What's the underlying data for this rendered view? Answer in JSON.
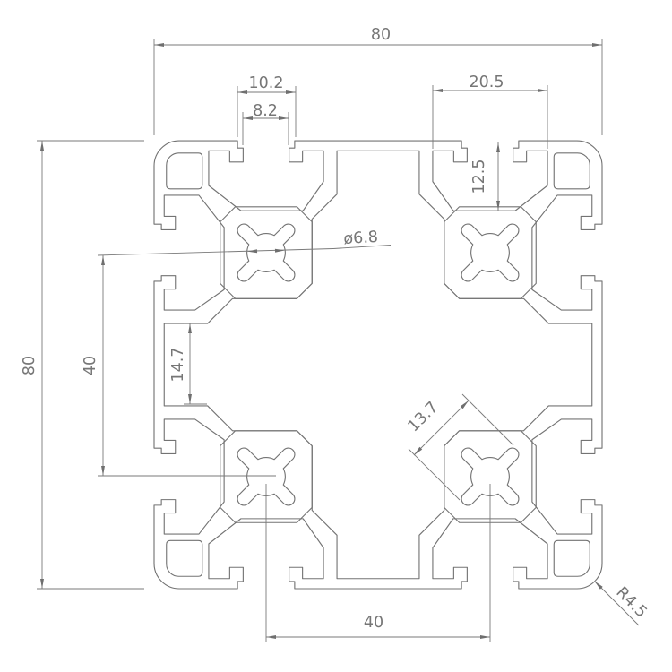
{
  "drawing": {
    "type": "cad-profile-cross-section",
    "description": "80x80 aluminium extrusion T-slot profile, 2D dimensioned drawing",
    "line_color": "#737373",
    "background": "#ffffff",
    "dimensions": {
      "top_width": "80",
      "slot_recess_width": "10.2",
      "slot_opening_width": "8.2",
      "tslot_cavity_width": "20.5",
      "tslot_cavity_depth": "12.5",
      "core_hole_diameter": "ø6.8",
      "left_height": "80",
      "core_spacing_vertical": "40",
      "side_arm_height": "14.7",
      "cross_slot_span": "13.7",
      "core_spacing_horizontal": "40",
      "corner_radius": "R4.5"
    }
  }
}
